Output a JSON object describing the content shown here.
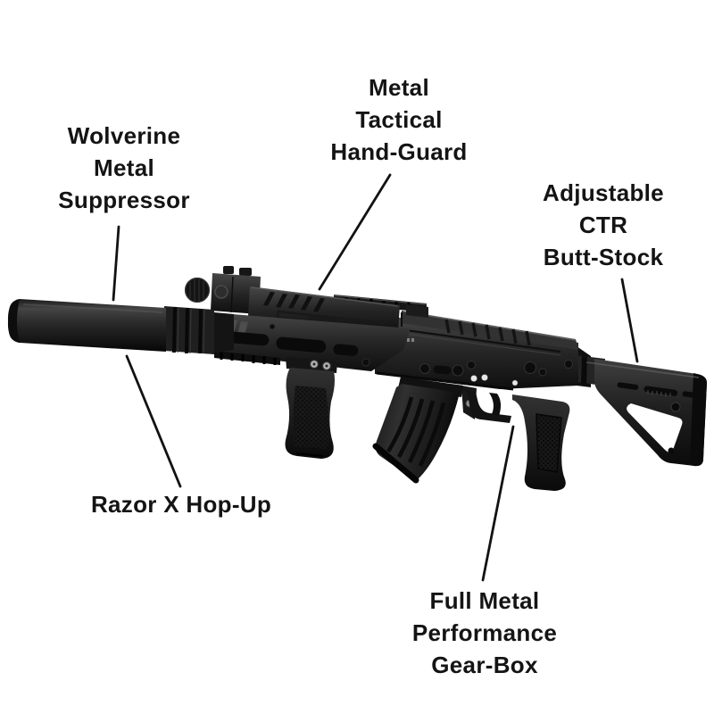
{
  "colors": {
    "background": "#ffffff",
    "label_text": "#141414",
    "leader_line": "#121212",
    "rifle_dark": "#0d0d0d",
    "rifle_mid": "#2b2b2b",
    "rifle_highlight": "#555555"
  },
  "callouts": [
    {
      "id": "suppressor",
      "label": "Wolverine\nMetal\nSuppressor"
    },
    {
      "id": "handguard",
      "label": "Metal\nTactical\nHand-Guard"
    },
    {
      "id": "buttstock",
      "label": "Adjustable\nCTR\nButt-Stock"
    },
    {
      "id": "hopup",
      "label": "Razor X Hop-Up"
    },
    {
      "id": "gearbox",
      "label": "Full Metal\nPerformance\nGear-Box"
    }
  ]
}
